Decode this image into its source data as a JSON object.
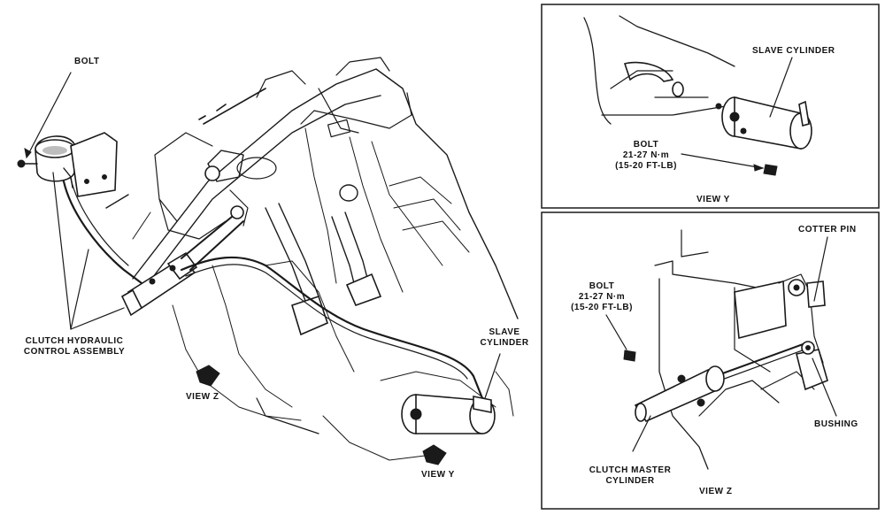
{
  "main_view": {
    "label_bolt": "BOLT",
    "label_clutch_hydraulic_line1": "CLUTCH HYDRAULIC",
    "label_clutch_hydraulic_line2": "CONTROL ASSEMBLY",
    "label_slave_line1": "SLAVE",
    "label_slave_line2": "CYLINDER",
    "label_view_z": "VIEW Z",
    "label_view_y": "VIEW Y"
  },
  "inset_view_y": {
    "label_slave_cylinder": "SLAVE CYLINDER",
    "label_bolt": "BOLT",
    "label_torque_nm": "21-27 N·m",
    "label_torque_ftlb": "(15-20 FT-LB)",
    "caption": "VIEW Y"
  },
  "inset_view_z": {
    "label_cotter_pin": "COTTER PIN",
    "label_bolt": "BOLT",
    "label_torque_nm": "21-27 N·m",
    "label_torque_ftlb": "(15-20 FT-LB)",
    "label_bushing": "BUSHING",
    "label_clutch_master_line1": "CLUTCH MASTER",
    "label_clutch_master_line2": "CYLINDER",
    "caption": "VIEW Z"
  },
  "colors": {
    "ink": "#1a1a1a",
    "background": "#ffffff",
    "shade": "#bdbdbd"
  }
}
